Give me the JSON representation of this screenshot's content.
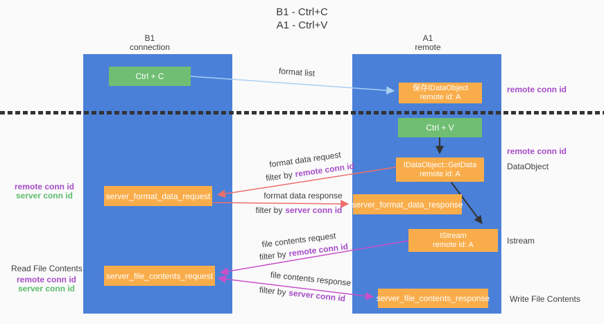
{
  "title": {
    "line1": "B1 - Ctrl+C",
    "line2": "A1 - Ctrl+V"
  },
  "lanes": {
    "left": {
      "title": "B1",
      "subtitle": "connection"
    },
    "right": {
      "title": "A1",
      "subtitle": "remote"
    }
  },
  "boxes": {
    "ctrl_c": {
      "label": "Ctrl + C"
    },
    "save_idataobject": {
      "line1": "保存IDataObject",
      "line2": "remote id: A"
    },
    "ctrl_v": {
      "label": "Ctrl + V"
    },
    "idataobject_getdata": {
      "line1": "IDataObject::GetData",
      "line2": "remote id: A"
    },
    "istream": {
      "line1": "IStream",
      "line2": "remote id: A"
    },
    "server_format_data_request": {
      "label": "server_format_data_request"
    },
    "server_format_data_response": {
      "label": "server_format_data_response"
    },
    "server_file_contents_request": {
      "label": "server_file_contents_request"
    },
    "server_file_contents_response": {
      "label": "server_file_contents_response"
    }
  },
  "arrow_labels": {
    "format_list": "format list",
    "format_data_request": "format data request",
    "format_data_response": "format data response",
    "file_contents_request": "file contents request",
    "file_contents_response": "file contents response",
    "filter_by": "filter by",
    "remote_conn_id": "remote conn id",
    "server_conn_id": "server conn id"
  },
  "side_labels": {
    "remote_conn_id": "remote conn id",
    "server_conn_id": "server conn id",
    "dataobject": "DataObject",
    "istream": "Istream",
    "read_file_contents": "Read File Contents",
    "write_file_contents": "Write File Contents"
  },
  "colors": {
    "lane_blue": "#4a80d8",
    "box_orange": "#f9ad4a",
    "box_green": "#70be73",
    "arrow_light_blue": "#a9cff2",
    "arrow_red": "#ee6f6b",
    "arrow_magenta": "#c94fc9",
    "arrow_black": "#333333",
    "text_purple": "#a64dc8",
    "text_green": "#5bbd6b",
    "text_dark": "#3d3d3d",
    "background": "#fafafa"
  }
}
